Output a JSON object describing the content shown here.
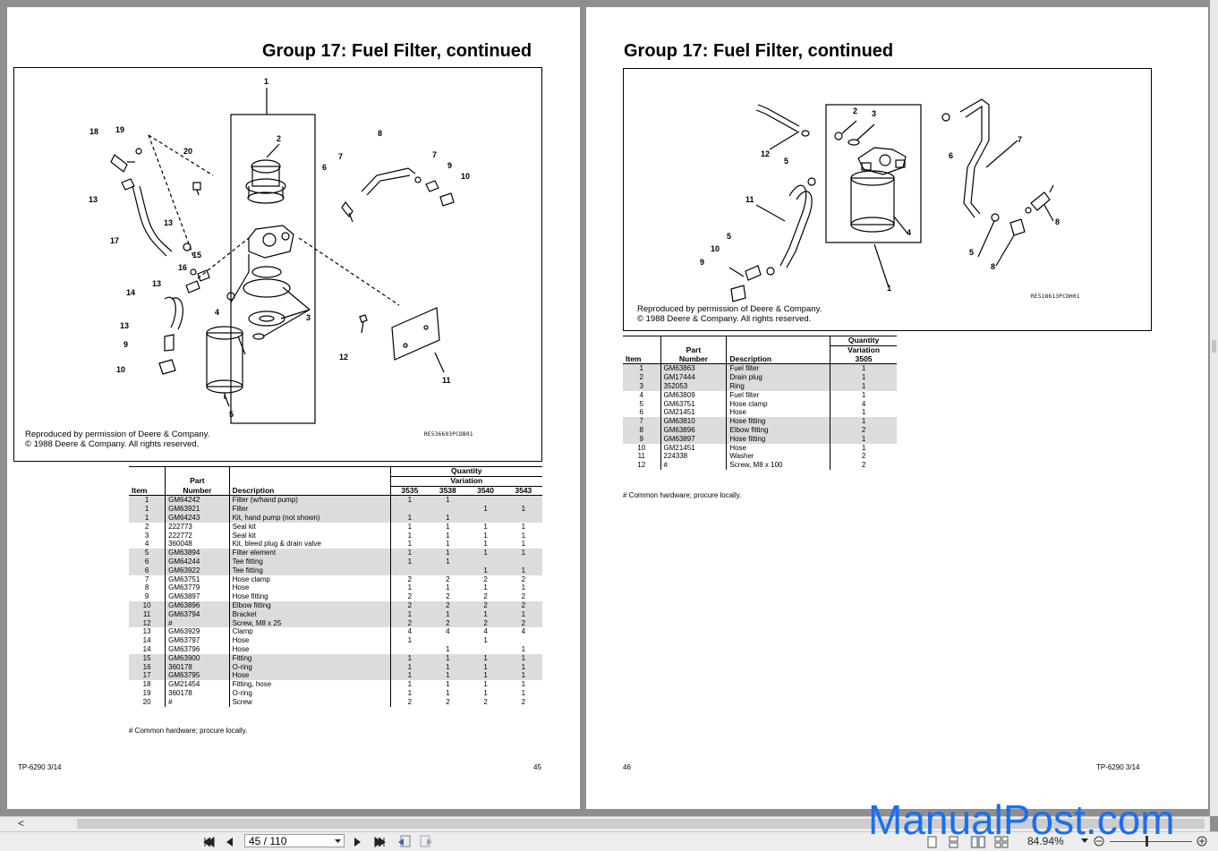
{
  "left_page": {
    "title": "Group 17:  Fuel Filter, continued",
    "credit_line1": "Reproduced by permission of Deere & Company.",
    "credit_line2": "© 1988 Deere & Company.  All rights reserved.",
    "figure_id": "RE536693PCDB01",
    "callouts": [
      "1",
      "2",
      "3",
      "4",
      "5",
      "6",
      "7",
      "7",
      "8",
      "9",
      "9",
      "10",
      "10",
      "11",
      "12",
      "13",
      "13",
      "13",
      "13",
      "14",
      "15",
      "16",
      "17",
      "18",
      "19",
      "20"
    ],
    "table": {
      "h_quantity": "Quantity",
      "h_variation": "Variation",
      "h_part": "Part",
      "h_number": "Number",
      "h_item": "Item",
      "h_description": "Description",
      "variations": [
        "3535",
        "3538",
        "3540",
        "3543"
      ],
      "rows": [
        {
          "item": "1",
          "part": "GM64242",
          "desc": "Filter (w/hand pump)",
          "q": [
            "1",
            "1",
            "",
            ""
          ]
        },
        {
          "item": "1",
          "part": "GM63921",
          "desc": "Filter",
          "q": [
            "",
            "",
            "1",
            "1"
          ]
        },
        {
          "item": "1",
          "part": "GM64243",
          "desc": "Kit, hand pump (not shown)",
          "q": [
            "1",
            "1",
            "",
            ""
          ]
        },
        {
          "item": "2",
          "part": "222773",
          "desc": "Seal kit",
          "q": [
            "1",
            "1",
            "1",
            "1"
          ]
        },
        {
          "item": "3",
          "part": "222772",
          "desc": "Seal kit",
          "q": [
            "1",
            "1",
            "1",
            "1"
          ]
        },
        {
          "item": "4",
          "part": "360048",
          "desc": "Kit, bleed plug & drain valve",
          "q": [
            "1",
            "1",
            "1",
            "1"
          ]
        },
        {
          "item": "5",
          "part": "GM63894",
          "desc": "Filter element",
          "q": [
            "1",
            "1",
            "1",
            "1"
          ]
        },
        {
          "item": "6",
          "part": "GM64244",
          "desc": "Tee fitting",
          "q": [
            "1",
            "1",
            "",
            ""
          ]
        },
        {
          "item": "6",
          "part": "GM63922",
          "desc": "Tee fitting",
          "q": [
            "",
            "",
            "1",
            "1"
          ]
        },
        {
          "item": "7",
          "part": "GM63751",
          "desc": "Hose clamp",
          "q": [
            "2",
            "2",
            "2",
            "2"
          ]
        },
        {
          "item": "8",
          "part": "GM63779",
          "desc": "Hose",
          "q": [
            "1",
            "1",
            "1",
            "1"
          ]
        },
        {
          "item": "9",
          "part": "GM63897",
          "desc": "Hose fitting",
          "q": [
            "2",
            "2",
            "2",
            "2"
          ]
        },
        {
          "item": "10",
          "part": "GM63896",
          "desc": "Elbow fitting",
          "q": [
            "2",
            "2",
            "2",
            "2"
          ]
        },
        {
          "item": "11",
          "part": "GM63794",
          "desc": "Bracket",
          "q": [
            "1",
            "1",
            "1",
            "1"
          ]
        },
        {
          "item": "12",
          "part": "#",
          "desc": "Screw, M8 x 25",
          "q": [
            "2",
            "2",
            "2",
            "2"
          ]
        },
        {
          "item": "13",
          "part": "GM63929",
          "desc": "Clamp",
          "q": [
            "4",
            "4",
            "4",
            "4"
          ]
        },
        {
          "item": "14",
          "part": "GM63797",
          "desc": "Hose",
          "q": [
            "1",
            "",
            "1",
            ""
          ]
        },
        {
          "item": "14",
          "part": "GM63796",
          "desc": "Hose",
          "q": [
            "",
            "1",
            "",
            "1"
          ]
        },
        {
          "item": "15",
          "part": "GM63900",
          "desc": "Fitting",
          "q": [
            "1",
            "1",
            "1",
            "1"
          ]
        },
        {
          "item": "16",
          "part": "360178",
          "desc": "O-ring",
          "q": [
            "1",
            "1",
            "1",
            "1"
          ]
        },
        {
          "item": "17",
          "part": "GM63795",
          "desc": "Hose",
          "q": [
            "1",
            "1",
            "1",
            "1"
          ]
        },
        {
          "item": "18",
          "part": "GM21454",
          "desc": "Fitting, hose",
          "q": [
            "1",
            "1",
            "1",
            "1"
          ]
        },
        {
          "item": "19",
          "part": "360178",
          "desc": "O-ring",
          "q": [
            "1",
            "1",
            "1",
            "1"
          ]
        },
        {
          "item": "20",
          "part": "#",
          "desc": "Screw",
          "q": [
            "2",
            "2",
            "2",
            "2"
          ]
        }
      ]
    },
    "footnote": "# Common hardware; procure locally.",
    "footer_left": "TP-6290  3/14",
    "footer_right": "45"
  },
  "right_page": {
    "title": "Group 17:  Fuel Filter, continued",
    "credit_line1": "Reproduced by permission of Deere & Company.",
    "credit_line2": "© 1988 Deere & Company.  All rights reserved.",
    "figure_id": "RE518613PCDH01",
    "callouts": [
      "1",
      "2",
      "3",
      "4",
      "5",
      "5",
      "5",
      "6",
      "7",
      "8",
      "8",
      "9",
      "10",
      "11",
      "12"
    ],
    "table": {
      "h_quantity": "Quantity",
      "h_variation": "Variation",
      "h_part": "Part",
      "h_number": "Number",
      "h_item": "Item",
      "h_description": "Description",
      "variations": [
        "3505"
      ],
      "rows": [
        {
          "item": "1",
          "part": "GM63863",
          "desc": "Fuel filter",
          "q": [
            "1"
          ]
        },
        {
          "item": "2",
          "part": "GM17444",
          "desc": "Drain plug",
          "q": [
            "1"
          ]
        },
        {
          "item": "3",
          "part": "352053",
          "desc": "Ring",
          "q": [
            "1"
          ]
        },
        {
          "item": "4",
          "part": "GM63809",
          "desc": "Fuel filter",
          "q": [
            "1"
          ]
        },
        {
          "item": "5",
          "part": "GM63751",
          "desc": "Hose clamp",
          "q": [
            "4"
          ]
        },
        {
          "item": "6",
          "part": "GM21451",
          "desc": "Hose",
          "q": [
            "1"
          ]
        },
        {
          "item": "7",
          "part": "GM63810",
          "desc": "Hose fitting",
          "q": [
            "1"
          ]
        },
        {
          "item": "8",
          "part": "GM63896",
          "desc": "Elbow fitting",
          "q": [
            "2"
          ]
        },
        {
          "item": "9",
          "part": "GM63897",
          "desc": "Hose fitting",
          "q": [
            "1"
          ]
        },
        {
          "item": "10",
          "part": "GM21451",
          "desc": "Hose",
          "q": [
            "1"
          ]
        },
        {
          "item": "11",
          "part": "224338",
          "desc": "Washer",
          "q": [
            "2"
          ]
        },
        {
          "item": "12",
          "part": "#",
          "desc": "Screw, M8 x 100",
          "q": [
            "2"
          ]
        }
      ]
    },
    "footnote": "# Common hardware; procure locally.",
    "footer_left": "46",
    "footer_right": "TP-6290  3/14"
  },
  "toolbar": {
    "page_field": "45 / 110",
    "zoom": "84.94%",
    "scroll_left_arrow": "<"
  },
  "watermark": "ManualPost.com"
}
